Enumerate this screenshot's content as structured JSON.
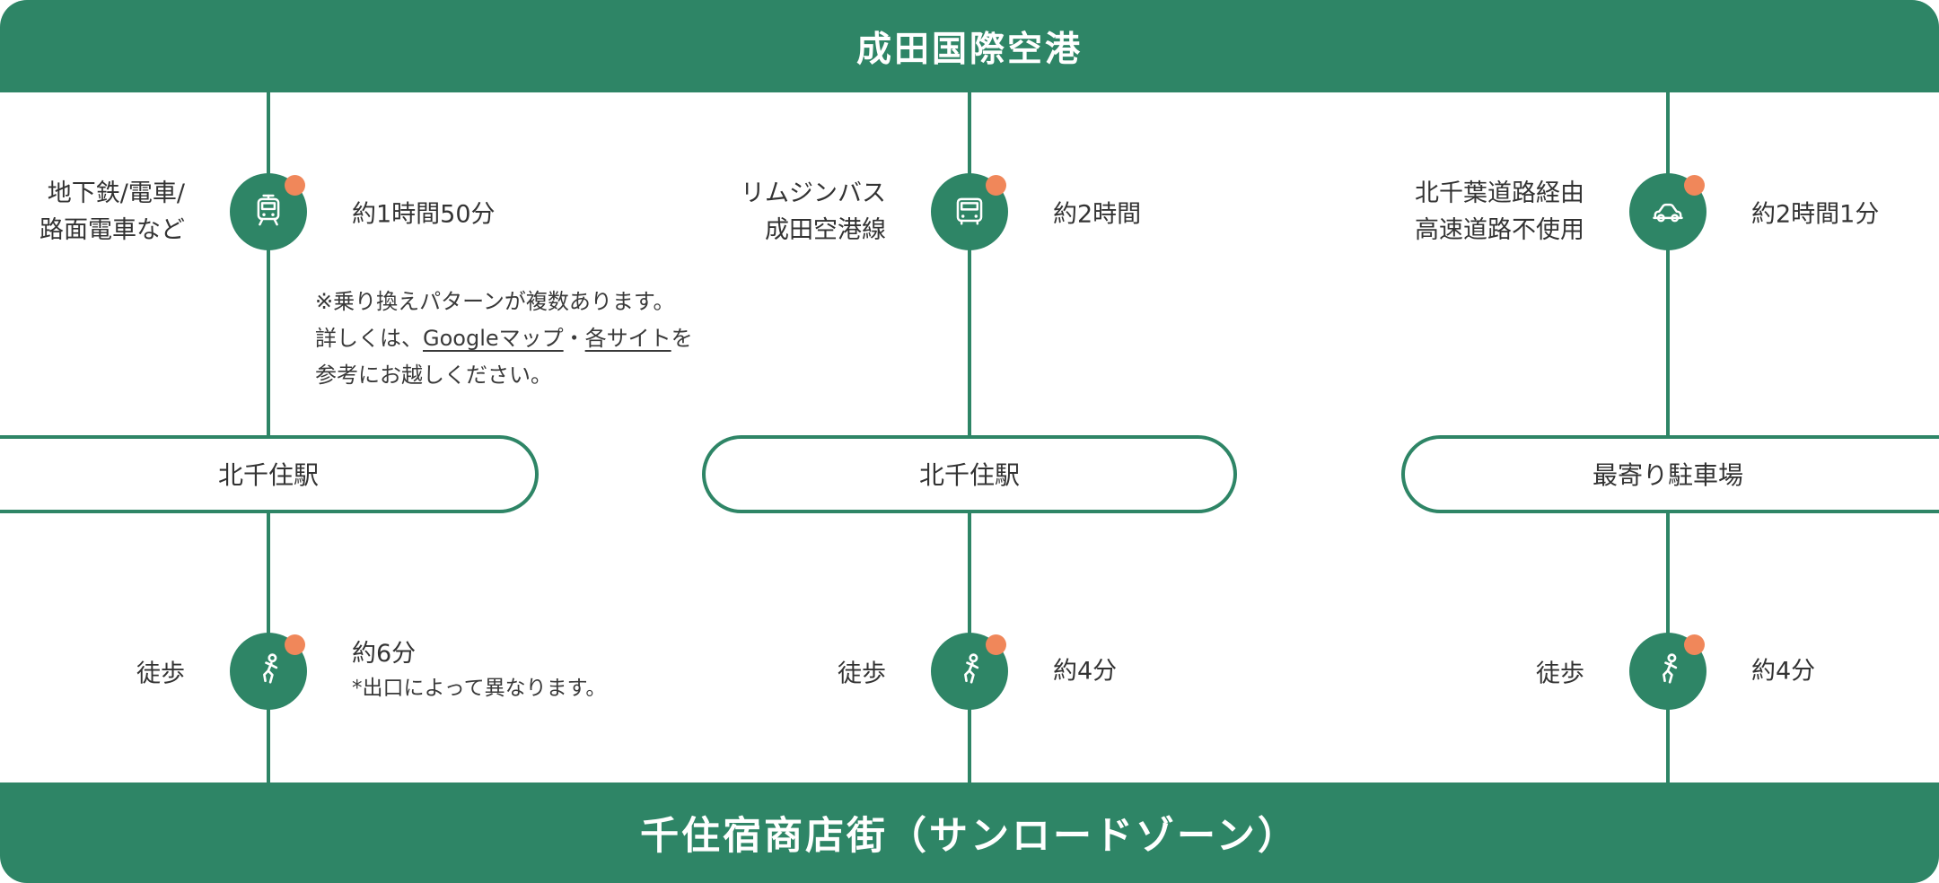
{
  "theme": {
    "green": "#2E8566",
    "orange": "#F0875A",
    "text": "#333333"
  },
  "header": {
    "title": "成田国際空港"
  },
  "footer": {
    "title": "千住宿商店街（サンロードゾーン）"
  },
  "columns": [
    {
      "mode_lines": [
        "地下鉄/電車/",
        "路面電車など"
      ],
      "icon": "train",
      "duration": "約1時間50分",
      "station": "北千住駅",
      "walk": {
        "label": "徒歩",
        "duration": "約6分",
        "note": "*出口によって異なります。"
      }
    },
    {
      "mode_lines": [
        "リムジンバス",
        "成田空港線"
      ],
      "icon": "bus",
      "duration": "約2時間",
      "station": "北千住駅",
      "walk": {
        "label": "徒歩",
        "duration": "約4分"
      }
    },
    {
      "mode_lines": [
        "北千葉道路経由",
        "高速道路不使用"
      ],
      "icon": "car",
      "duration": "約2時間1分",
      "station": "最寄り駐車場",
      "walk": {
        "label": "徒歩",
        "duration": "約4分"
      }
    }
  ],
  "transfer_note": {
    "line1": "※乗り換えパターンが複数あります。",
    "line2_prefix": "詳しくは、",
    "link_google": "Googleマップ",
    "separator": "・",
    "link_sites": "各サイト",
    "line2_suffix": "を",
    "line3": "参考にお越しください。"
  }
}
